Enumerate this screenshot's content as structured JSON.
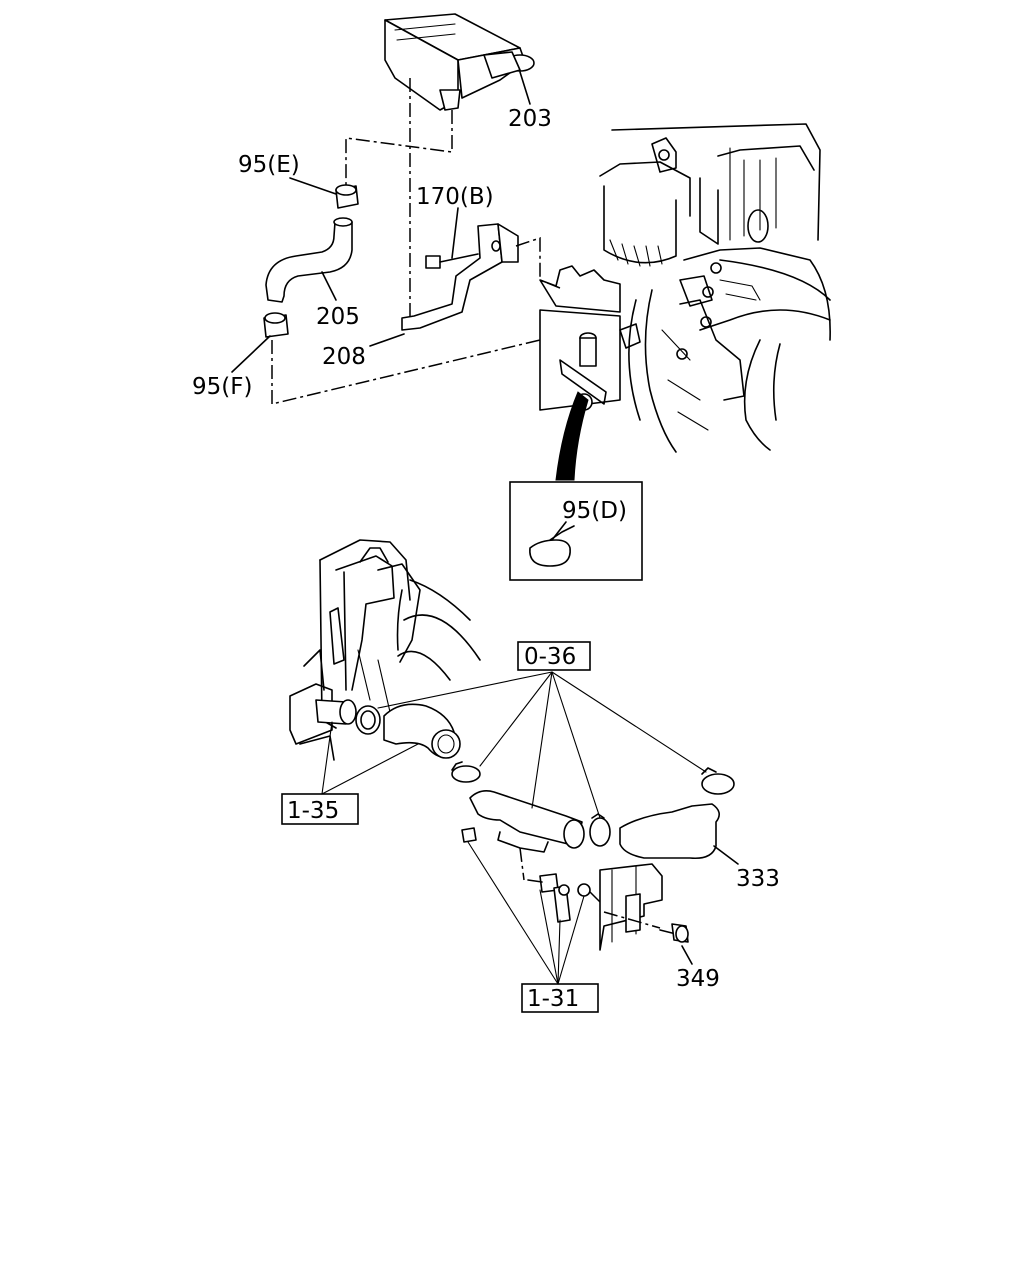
{
  "labels": {
    "p203": "203",
    "p95e": "95(E)",
    "p170b": "170(B)",
    "p205": "205",
    "p208": "208",
    "p95f": "95(F)",
    "p95d": "95(D)",
    "r036": "0-36",
    "r135": "1-35",
    "p333": "333",
    "p349": "349",
    "r131": "1-31"
  },
  "colors": {
    "line": "#000000",
    "background": "#ffffff"
  }
}
